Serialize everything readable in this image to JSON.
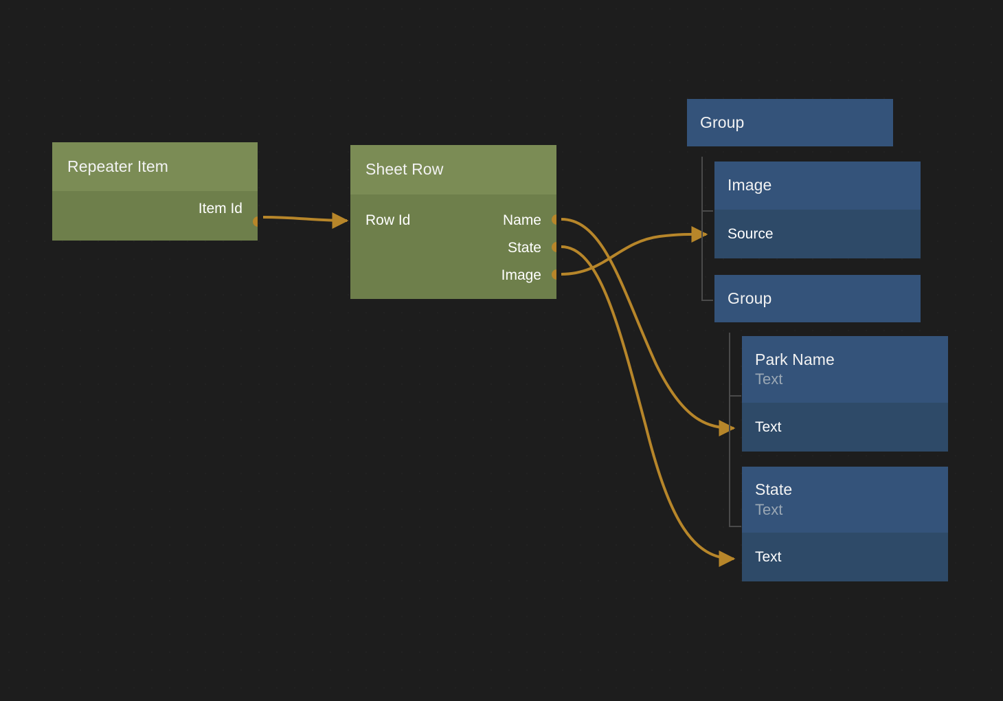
{
  "canvas": {
    "background_color": "#1d1d1d",
    "edge_color": "#b7862a",
    "tree_line_color": "#4a4a4a",
    "green_header_color": "#7b8c55",
    "green_body_color": "#6e7f4b",
    "blue_header_color": "#34537a",
    "blue_body_color": "#2e4a68"
  },
  "nodes": {
    "repeater_item": {
      "title": "Repeater Item",
      "outputs": [
        {
          "label": "Item Id"
        }
      ]
    },
    "sheet_row": {
      "title": "Sheet Row",
      "inputs": [
        {
          "label": "Row Id"
        }
      ],
      "outputs": [
        {
          "label": "Name"
        },
        {
          "label": "State"
        },
        {
          "label": "Image"
        }
      ]
    },
    "group_top": {
      "title": "Group"
    },
    "image": {
      "title": "Image",
      "inputs": [
        {
          "label": "Source"
        }
      ]
    },
    "group_second": {
      "title": "Group"
    },
    "park_name": {
      "title": "Park Name",
      "subtitle": "Text",
      "inputs": [
        {
          "label": "Text"
        }
      ]
    },
    "state": {
      "title": "State",
      "subtitle": "Text",
      "inputs": [
        {
          "label": "Text"
        }
      ]
    }
  },
  "connections": [
    {
      "from": "Item Id",
      "to": "Row Id"
    },
    {
      "from": "Name",
      "to": "Park Name / Text"
    },
    {
      "from": "State",
      "to": "State / Text"
    },
    {
      "from": "Image",
      "to": "Image / Source"
    }
  ]
}
